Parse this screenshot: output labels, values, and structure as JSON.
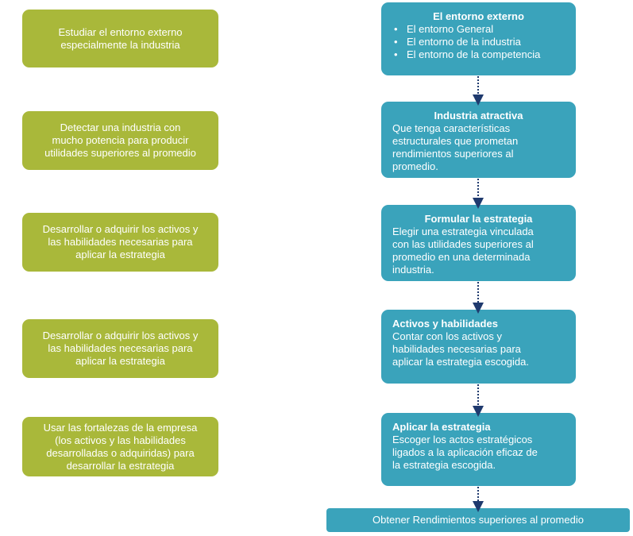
{
  "left_boxes": [
    {
      "text": "Estudiar  el entorno externo\nespecialmente la industria"
    },
    {
      "text": "Detectar una industria con\nmucho potencia para producir\nutilidades superiores al  promedio"
    },
    {
      "text": "Desarrollar o adquirir los activos y\nlas habilidades necesarias para\naplicar la estrategia"
    },
    {
      "text": "Desarrollar o adquirir los activos y\nlas habilidades necesarias para\naplicar la estrategia"
    },
    {
      "text": "Usar las fortalezas de la empresa\n(los activos y las habilidades\ndesarrolladas o adquiridas) para\ndesarrollar la estrategia"
    }
  ],
  "right_boxes": [
    {
      "title": "El entorno externo",
      "bullets": [
        "El entorno General",
        "El entorno de la industria",
        "El entorno de la competencia"
      ]
    },
    {
      "title": "Industria atractiva",
      "body": "Que tenga características\nestructurales que prometan\nrendimientos superiores al\npromedio."
    },
    {
      "title": "Formular la estrategia",
      "body": "Elegir una estrategia vinculada\ncon las utilidades superiores al\npromedio en una determinada\nindustria."
    },
    {
      "title": "Activos y habilidades",
      "body": "Contar con los activos y\nhabilidades necesarias para\naplicar la estrategia escogida."
    },
    {
      "title": "Aplicar la estrategia",
      "body": "Escoger los actos estratégicos\nligados a la aplicación eficaz de\nla estrategia escogida."
    }
  ],
  "final_box": {
    "text": "Obtener Rendimientos superiores al promedio"
  },
  "colors": {
    "green": "#a9b83a",
    "teal": "#3aa3bb",
    "arrow": "#1f3a6e"
  }
}
